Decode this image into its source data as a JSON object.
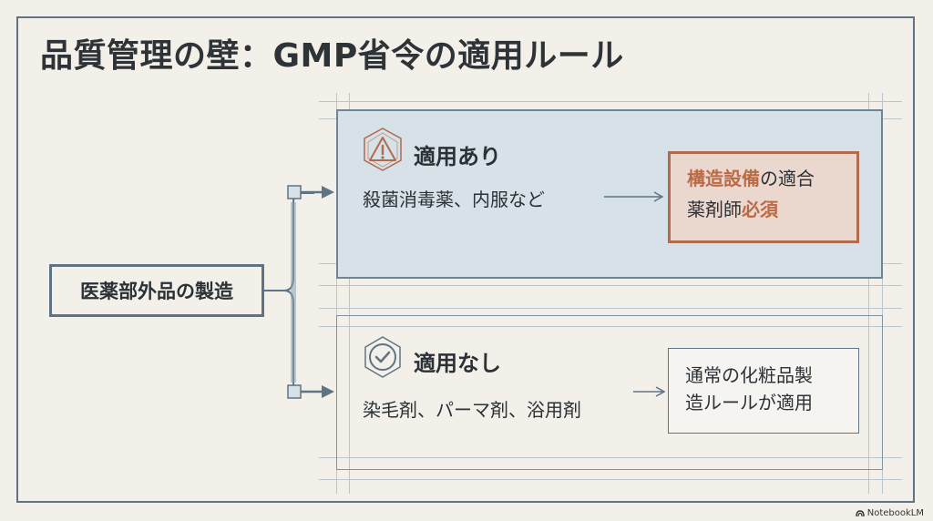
{
  "title": "品質管理の壁：GMP省令の適用ルール",
  "source_node": {
    "label": "医薬部外品の製造"
  },
  "branches": [
    {
      "heading": "適用あり",
      "icon": "warning-icon",
      "examples": "殺菌消毒薬、内服など",
      "result": {
        "line1_accent": "構造設備",
        "line1_rest": "の適合",
        "line2_plain": "薬剤師",
        "line2_accent": "必須"
      }
    },
    {
      "heading": "適用なし",
      "icon": "check-icon",
      "examples": "染毛剤、パーマ剤、浴用剤",
      "result": {
        "line1": "通常の化粧品製",
        "line2": "造ルールが適用"
      }
    }
  ],
  "colors": {
    "accent": "#bb6a46",
    "frame": "#5f7384",
    "panel_fill": "#d6e1e8",
    "background": "#f3f0ea"
  },
  "watermark": "NotebookLM"
}
